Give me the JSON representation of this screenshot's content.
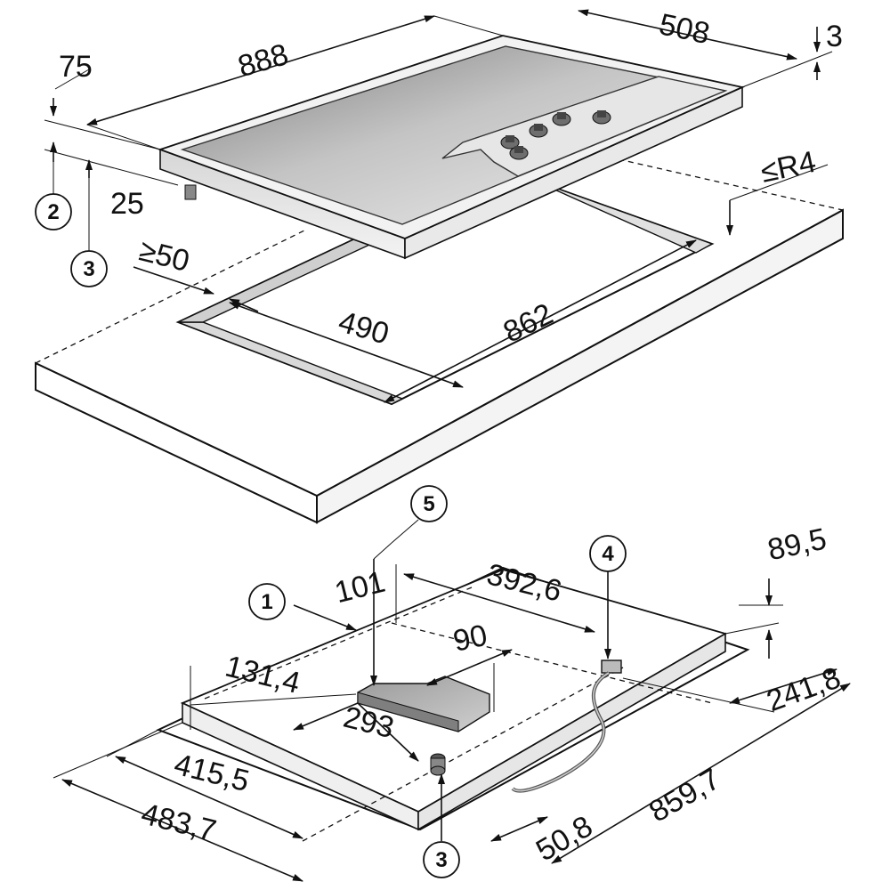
{
  "top_view": {
    "dims": {
      "overall_width": "888",
      "overall_depth": "508",
      "frame_height": "3",
      "height_above": "75",
      "height_below": "25",
      "corner_radius": "≤R4",
      "min_rear_clearance": "≥50",
      "cutout_depth": "490",
      "cutout_width": "862"
    },
    "callouts": {
      "c2": "2",
      "c3": "3"
    }
  },
  "bottom_view": {
    "dims": {
      "d101": "101",
      "d392_6": "392,6",
      "d89_5": "89,5",
      "d90": "90",
      "d131_4": "131,4",
      "d293": "293",
      "d241_8": "241,8",
      "d415_5": "415,5",
      "d483_7": "483,7",
      "d859_7": "859,7",
      "d50_8": "50,8"
    },
    "callouts": {
      "c1": "1",
      "c3": "3",
      "c4": "4",
      "c5": "5"
    }
  }
}
